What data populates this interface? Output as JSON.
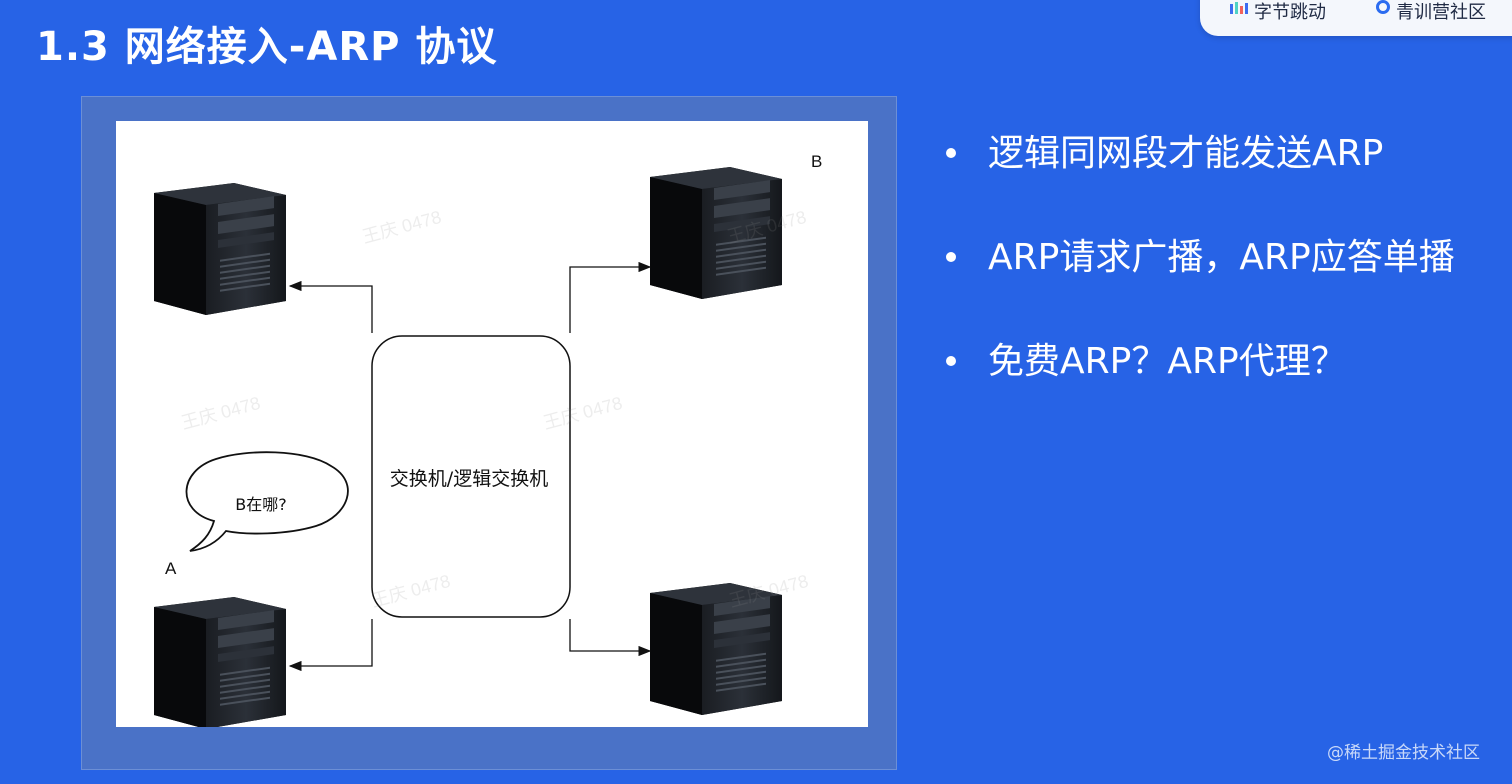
{
  "slide": {
    "title": "1.3 网络接入-ARP 协议"
  },
  "branding": {
    "brand_left": "字节跳动",
    "brand_right": "青训营社区"
  },
  "diagram": {
    "switch_label": "交换机/逻辑交换机",
    "speech_bubble": "B在哪?",
    "host_a_label": "A",
    "host_b_label": "B",
    "watermark_text": "王庆 0478"
  },
  "bullets": [
    "逻辑同网段才能发送ARP",
    "ARP请求广播，ARP应答单播",
    "免费ARP？ARP代理？"
  ],
  "footer": {
    "watermark": "@稀土掘金技术社区"
  },
  "colors": {
    "background": "#2763e6",
    "frame": "#4a72c7",
    "canvas": "#ffffff",
    "text": "#ffffff"
  }
}
